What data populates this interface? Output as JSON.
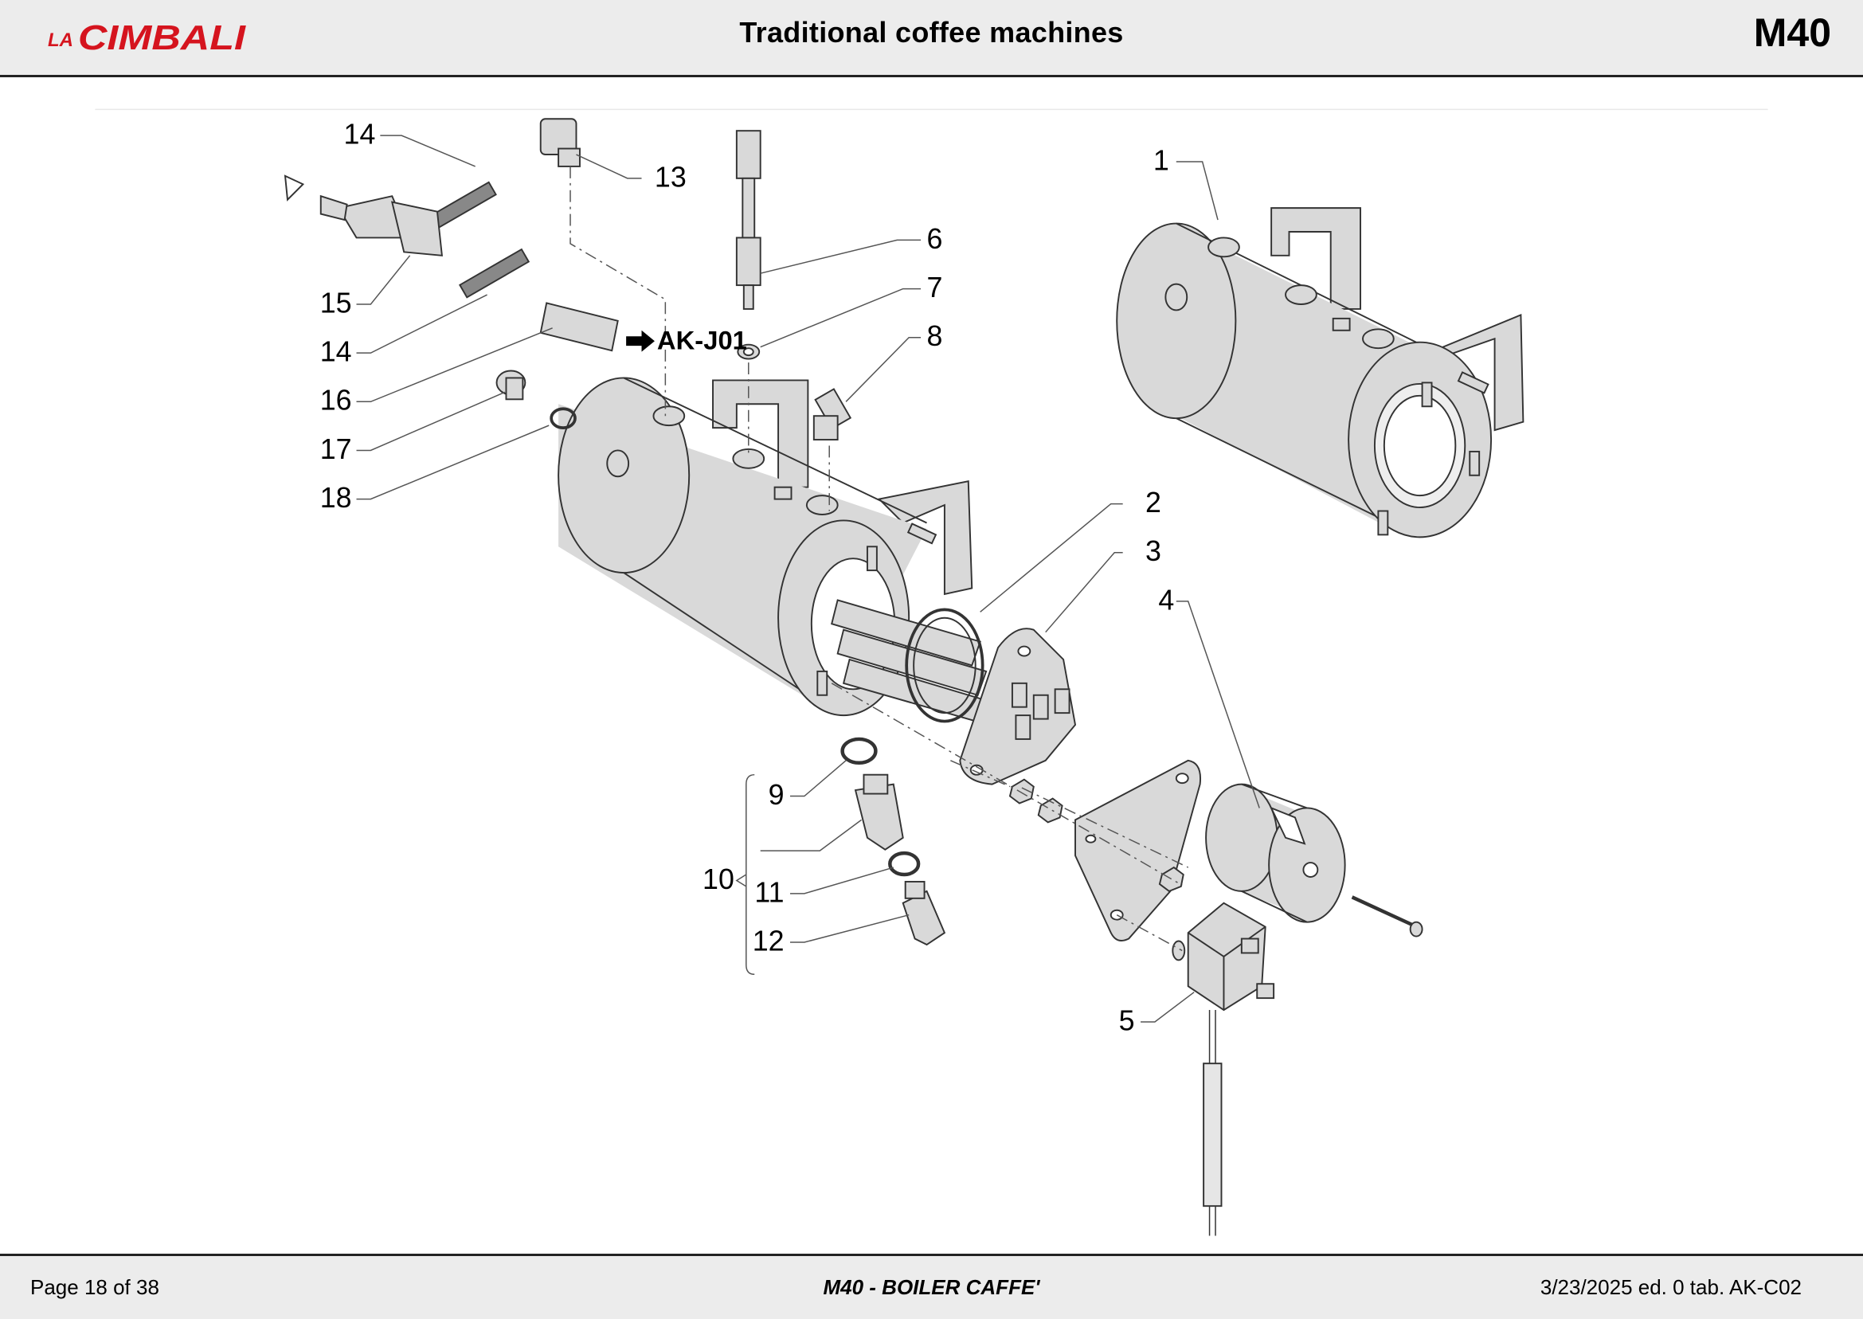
{
  "header": {
    "brand_prefix": "LA",
    "brand_name": "CIMBALI",
    "title": "Traditional coffee machines",
    "model": "M40"
  },
  "diagram": {
    "callouts": [
      "1",
      "2",
      "3",
      "4",
      "5",
      "6",
      "7",
      "8",
      "9",
      "10",
      "11",
      "12",
      "13",
      "14",
      "14",
      "15",
      "16",
      "17",
      "18"
    ],
    "reference": "AK-J01"
  },
  "footer": {
    "page": "Page 18 of 38",
    "section": "M40 - BOILER CAFFE'",
    "edition": "3/23/2025 ed. 0 tab. AK-C02"
  },
  "colors": {
    "brand_red": "#d5141e",
    "part_fill": "#d9d9d9",
    "band_background": "#ececec"
  }
}
